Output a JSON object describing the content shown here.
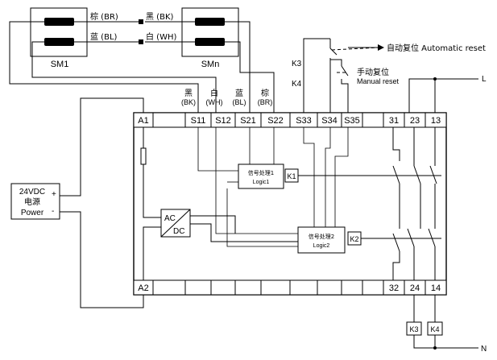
{
  "sensors": [
    {
      "name": "SM1"
    },
    {
      "name": "SMn"
    }
  ],
  "wire_labels": {
    "brown": "棕 (BR)",
    "black": "黑 (BK)",
    "blue": "蓝 (BL)",
    "white": "白 (WH)"
  },
  "terminal_wire_labels": [
    {
      "cn": "黑",
      "en": "(BK)"
    },
    {
      "cn": "白",
      "en": "(WH)"
    },
    {
      "cn": "蓝",
      "en": "(BL)"
    },
    {
      "cn": "棕",
      "en": "(BR)"
    }
  ],
  "top_terminals": [
    "A1",
    "S11",
    "S12",
    "S21",
    "S22",
    "S33",
    "S34",
    "S35",
    "31",
    "23",
    "13"
  ],
  "bottom_terminals": [
    "A2",
    "32",
    "24",
    "14"
  ],
  "contacts": [
    "K3",
    "K4"
  ],
  "reset": {
    "automatic": "自动复位 Automatic reset",
    "manual_cn": "手动复位",
    "manual_en": "Manual reset"
  },
  "power_supply": {
    "line1": "24VDC",
    "line2": "电源",
    "line3": "Power",
    "plus": "+",
    "minus": "-"
  },
  "converter": {
    "top": "AC",
    "bottom": "DC"
  },
  "logic_blocks": [
    {
      "cn": "信号处理1",
      "en": "Logic1",
      "relay": "K1"
    },
    {
      "cn": "信号处理2",
      "en": "Logic2",
      "relay": "K2"
    }
  ],
  "outputs": [
    "K3",
    "K4"
  ],
  "lines": {
    "L": "L",
    "N": "N"
  }
}
